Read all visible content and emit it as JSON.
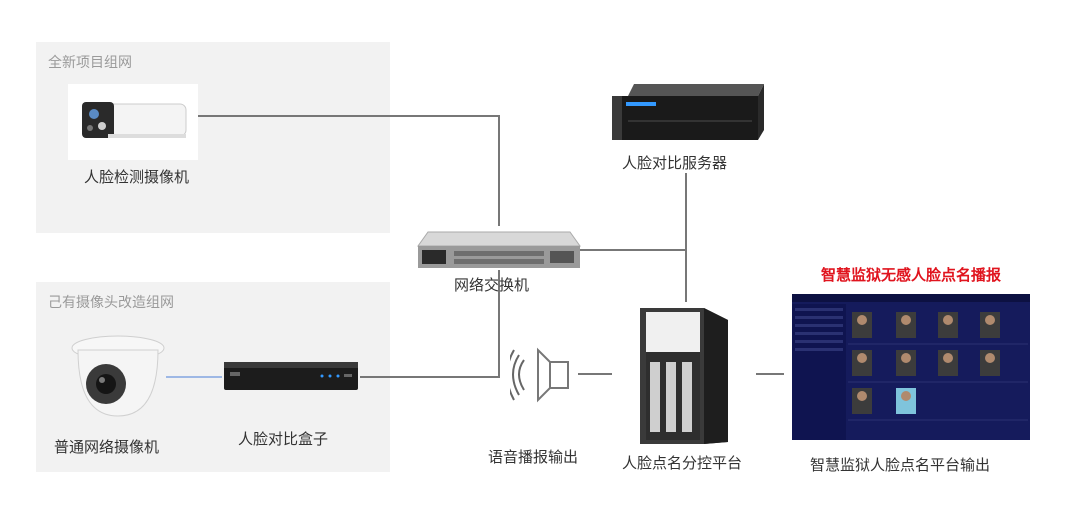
{
  "groups": {
    "new": {
      "label": "全新项目组网"
    },
    "retrofit": {
      "label": "己有摄像头改造组网"
    }
  },
  "devices": {
    "face_camera": "人脸检测摄像机",
    "ordinary_camera": "普通网络摄像机",
    "compare_box": "人脸对比盒子",
    "switch": "网络交换机",
    "server": "人脸对比服务器",
    "speaker": "语音播报输出",
    "platform": "人脸点名分控平台",
    "screen": "智慧监狱人脸点名平台输出"
  },
  "screen": {
    "title": "智慧监狱无感人脸点名播报"
  },
  "colors": {
    "group_bg": "#f2f2f2",
    "line": "#777777",
    "screen_bg": "#151b5c",
    "title_red": "#e0141e"
  }
}
